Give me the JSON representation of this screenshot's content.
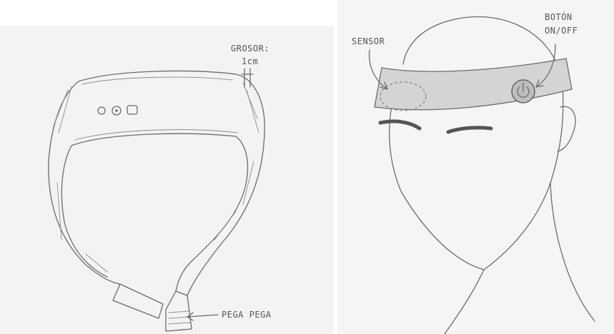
{
  "left_sketch": {
    "label_thickness_title": "GROSOR:",
    "label_thickness_value": "1cm",
    "label_velcro": "PEGA PEGA"
  },
  "right_sketch": {
    "label_sensor": "SENSOR",
    "label_button_line1": "BOTÓN",
    "label_button_line2": "ON/OFF"
  },
  "colors": {
    "paper": "#f3f3f1",
    "pencil": "#6b6b6b",
    "shade": "#d4d4d2"
  }
}
